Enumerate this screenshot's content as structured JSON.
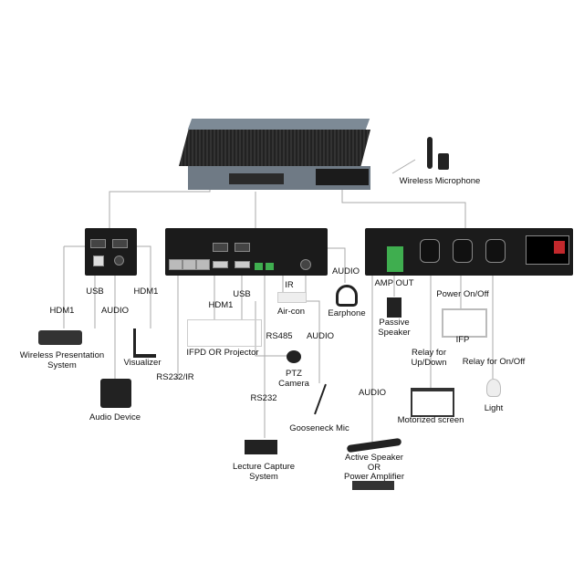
{
  "title_device": "Wireless Microphone",
  "labels": {
    "usb1": "USB",
    "hdm1a": "HDM1",
    "hdm1b": "HDM1",
    "audio1": "AUDIO",
    "wps": "Wireless Presentation\nSystem",
    "visualizer": "Visualizer",
    "rs232ir": "RS232/IR",
    "audio_device": "Audio Device",
    "hdm1c": "HDM1",
    "usb2": "USB",
    "ifpd": "IFPD OR Projector",
    "ir": "IR",
    "aircon": "Air-con",
    "rs485": "RS485",
    "ptz": "PTZ\nCamera",
    "audio2": "AUDIO",
    "rs232": "RS232",
    "gooseneck": "Gooseneck Mic",
    "lecture": "Lecture Capture\nSystem",
    "audio3": "AUDIO",
    "earphone": "Earphone",
    "ampout": "AMP OUT",
    "passive": "Passive\nSpeaker",
    "power": "Power On/Off",
    "ifp": "IFP",
    "relay_ud": "Relay for\nUp/Down",
    "relay_oo": "Relay for On/Off",
    "light": "Light",
    "audio4": "AUDIO",
    "screen": "Motorized screen",
    "active": "Active Speaker\nOR\nPower Amplifier"
  }
}
